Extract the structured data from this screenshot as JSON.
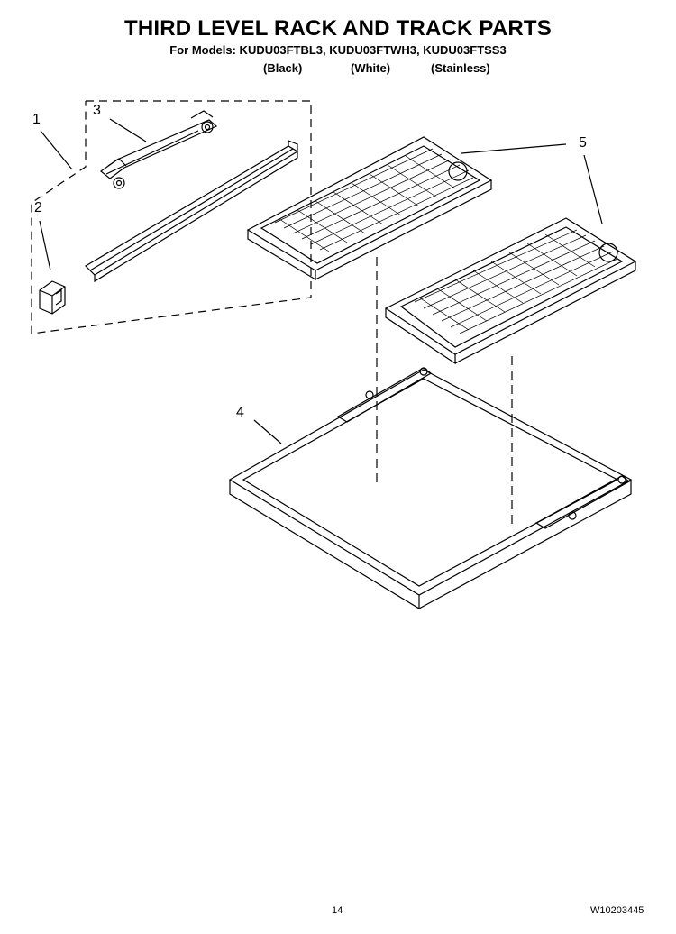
{
  "header": {
    "title": "THIRD LEVEL RACK AND TRACK PARTS",
    "models": "For Models: KUDU03FTBL3, KUDU03FTWH3, KUDU03FTSS3",
    "color_black": "(Black)",
    "color_white": "(White)",
    "color_stainless": "(Stainless)"
  },
  "callouts": {
    "part_1": "1",
    "part_2": "2",
    "part_3": "3",
    "part_4": "4",
    "part_5": "5"
  },
  "footer": {
    "page_number": "14",
    "doc_number": "W10203445"
  }
}
